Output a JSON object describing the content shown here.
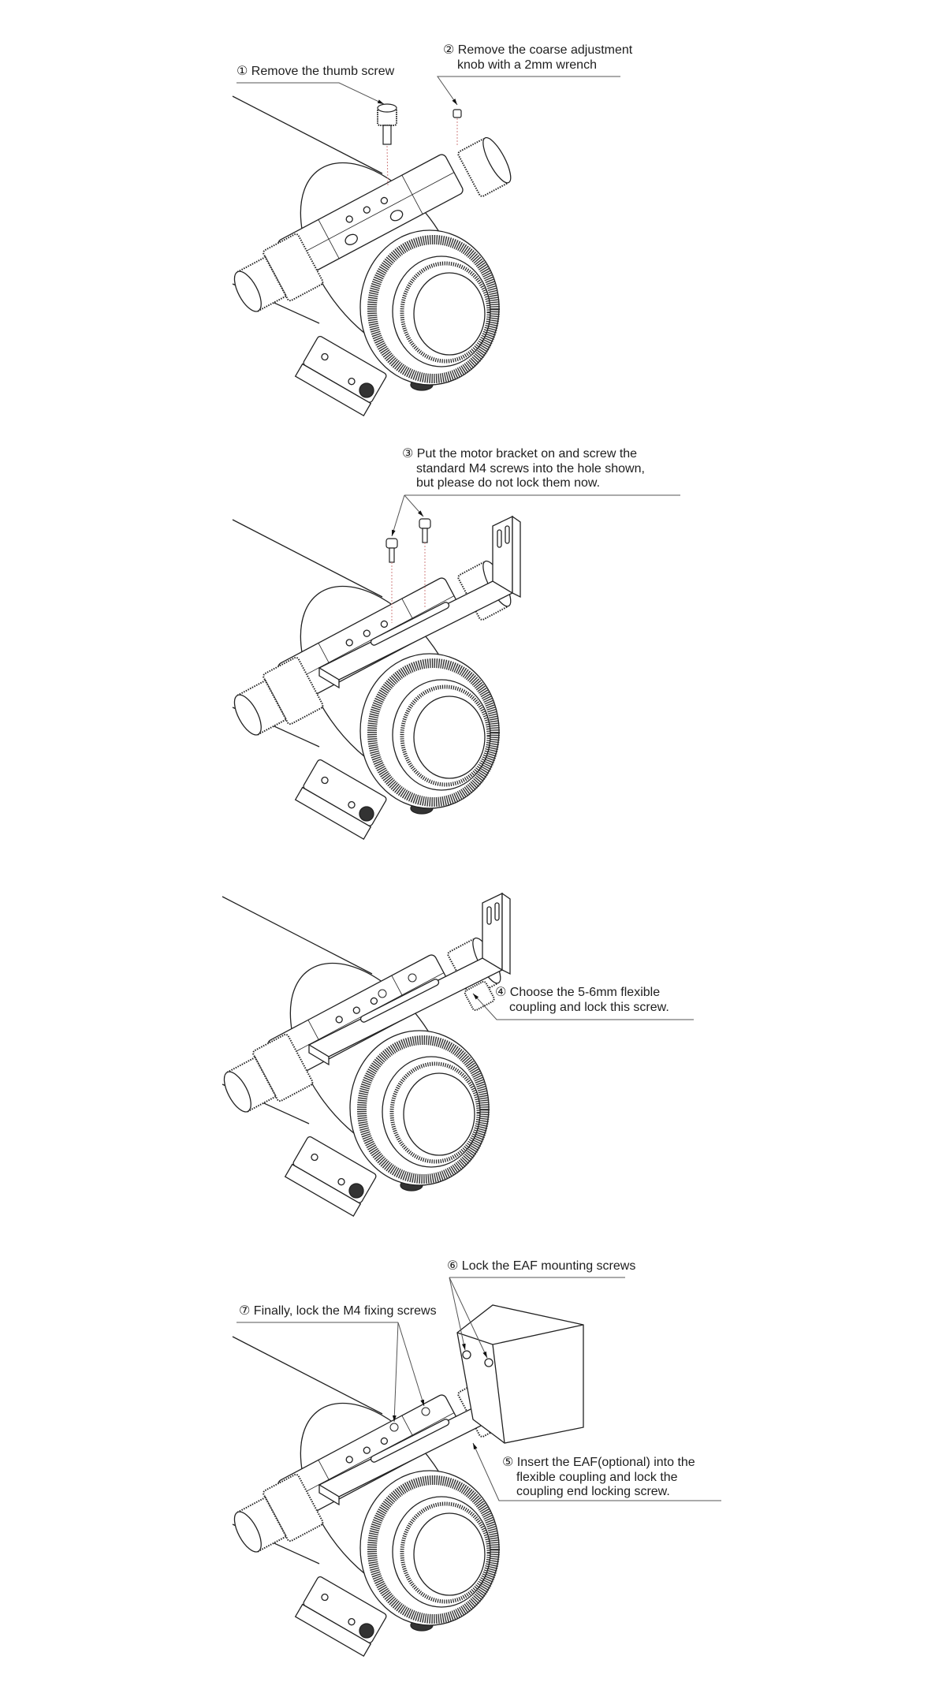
{
  "steps": [
    {
      "number": "①",
      "lines": [
        "Remove the thumb screw"
      ]
    },
    {
      "number": "②",
      "lines": [
        "Remove the coarse adjustment",
        "knob with a 2mm wrench"
      ]
    },
    {
      "number": "③",
      "lines": [
        "Put the motor bracket on and screw the",
        "standard M4 screws into the hole shown,",
        "but please do not lock them now."
      ]
    },
    {
      "number": "④",
      "lines": [
        "Choose the 5-6mm flexible",
        "coupling and lock this screw."
      ]
    },
    {
      "number": "⑤",
      "lines": [
        "Insert the EAF(optional) into the",
        "flexible coupling and lock the",
        "coupling end locking screw."
      ]
    },
    {
      "number": "⑥",
      "lines": [
        "Lock the EAF mounting screws"
      ]
    },
    {
      "number": "⑦",
      "lines": [
        "Finally, lock the M4 fixing screws"
      ]
    }
  ],
  "colors": {
    "line": "#222222",
    "leader": "#555555",
    "guide": "#d08080"
  }
}
